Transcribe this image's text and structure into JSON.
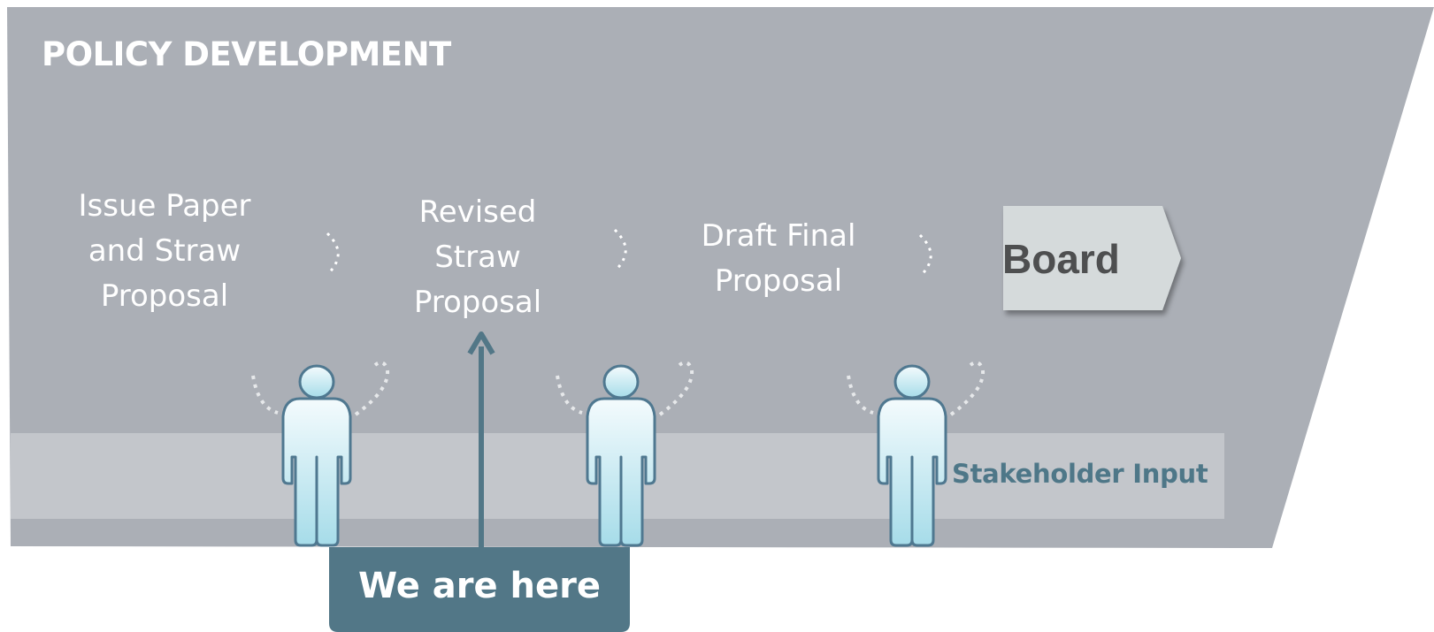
{
  "title": "POLICY DEVELOPMENT",
  "stages": [
    {
      "lines": [
        "Issue Paper",
        "and Straw",
        "Proposal"
      ]
    },
    {
      "lines": [
        "Revised",
        "Straw",
        "Proposal"
      ]
    },
    {
      "lines": [
        "Draft Final",
        "Proposal"
      ]
    }
  ],
  "board_label": "Board",
  "stakeholder_label": "Stakeholder Input",
  "current_marker": "We are here",
  "icons": {
    "stage_separator": "dotted-chevron-icon",
    "stakeholder": "person-speaking-icon",
    "pointer": "up-arrow-icon"
  },
  "colors": {
    "panel": "#abafb6",
    "input_band": "#c3c6cb",
    "board_box": "#d5dadb",
    "marker": "#527787",
    "person_fill_top": "#f4fbfd",
    "person_fill_bottom": "#a6dce9",
    "person_outline": "#4f7890"
  }
}
